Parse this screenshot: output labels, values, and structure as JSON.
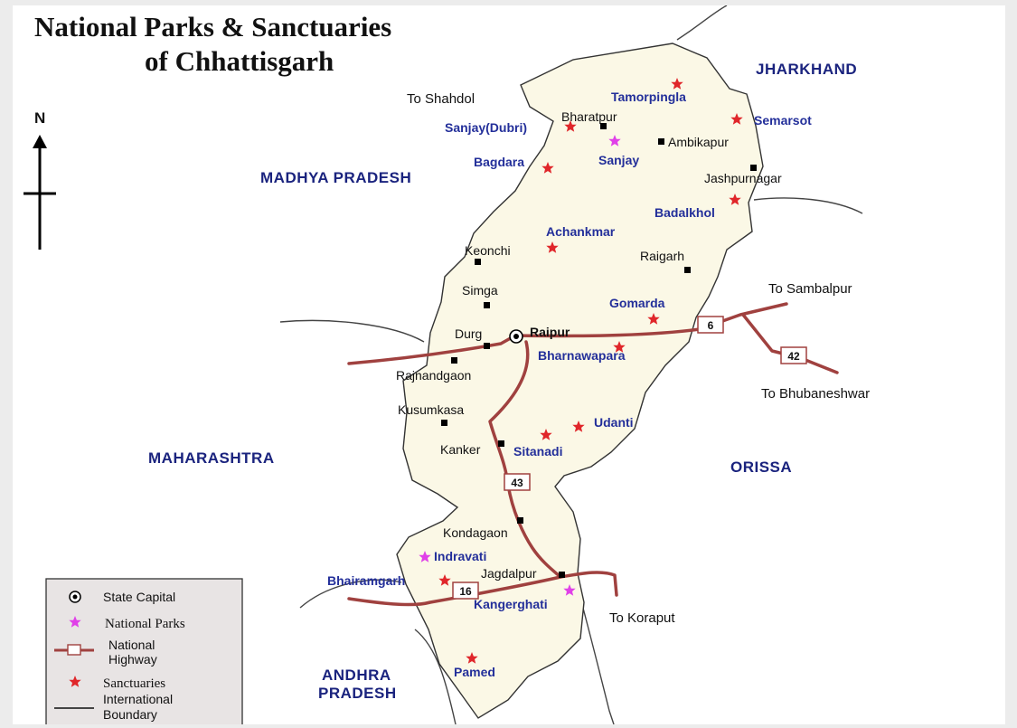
{
  "title": {
    "line1": "National Parks & Sanctuaries",
    "line2": "of Chhattisgarh"
  },
  "north_label": "N",
  "regions": {
    "jharkhand": "JHARKHAND",
    "madhya_pradesh": "MADHYA PRADESH",
    "maharashtra": "MAHARASHTRA",
    "orissa": "ORISSA",
    "andhra_line1": "ANDHRA",
    "andhra_line2": "PRADESH"
  },
  "destinations": {
    "shahdol": "To Shahdol",
    "sambalpur": "To Sambalpur",
    "bhubaneshwar": "To Bhubaneshwar",
    "koraput": "To Koraput"
  },
  "highways": {
    "nh6": "6",
    "nh42": "42",
    "nh43": "43",
    "nh16": "16"
  },
  "capital": {
    "name": "Raipur"
  },
  "towns": {
    "bharatpur": "Bharatpur",
    "ambikapur": "Ambikapur",
    "jashpurnagar": "Jashpurnagar",
    "keonchi": "Keonchi",
    "raigarh": "Raigarh",
    "simga": "Simga",
    "durg": "Durg",
    "rajnandgaon": "Rajnandgaon",
    "kusumkasa": "Kusumkasa",
    "kanker": "Kanker",
    "kondagaon": "Kondagaon",
    "jagdalpur": "Jagdalpur"
  },
  "national_parks": {
    "sanjay": "Sanjay",
    "indravati": "Indravati",
    "kangerghati": "Kangerghati"
  },
  "sanctuaries": {
    "tamorpingla": "Tamorpingla",
    "semarsot": "Semarsot",
    "sanjay_dubri": "Sanjay(Dubri)",
    "bagdara": "Bagdara",
    "badalkhol": "Badalkhol",
    "achankmar": "Achankmar",
    "gomarda": "Gomarda",
    "bharnawapara": "Bharnawapara",
    "udanti": "Udanti",
    "sitanadi": "Sitanadi",
    "bhairamgarh": "Bhairamgarh",
    "pamed": "Pamed"
  },
  "legend": {
    "state_capital": "State Capital",
    "national_parks": "National Parks",
    "national_line1": "National",
    "national_line2": "Highway",
    "sanctuaries": "Sanctuaries",
    "international_line1": "International",
    "international_line2": "Boundary"
  },
  "colors": {
    "state_fill": "#fbf8e6",
    "highway": "#a0413f",
    "sanctuary_star": "#e0262a",
    "park_star": "#e040e8",
    "label_blue": "#232f9a",
    "legend_bg": "#e8e4e4"
  }
}
